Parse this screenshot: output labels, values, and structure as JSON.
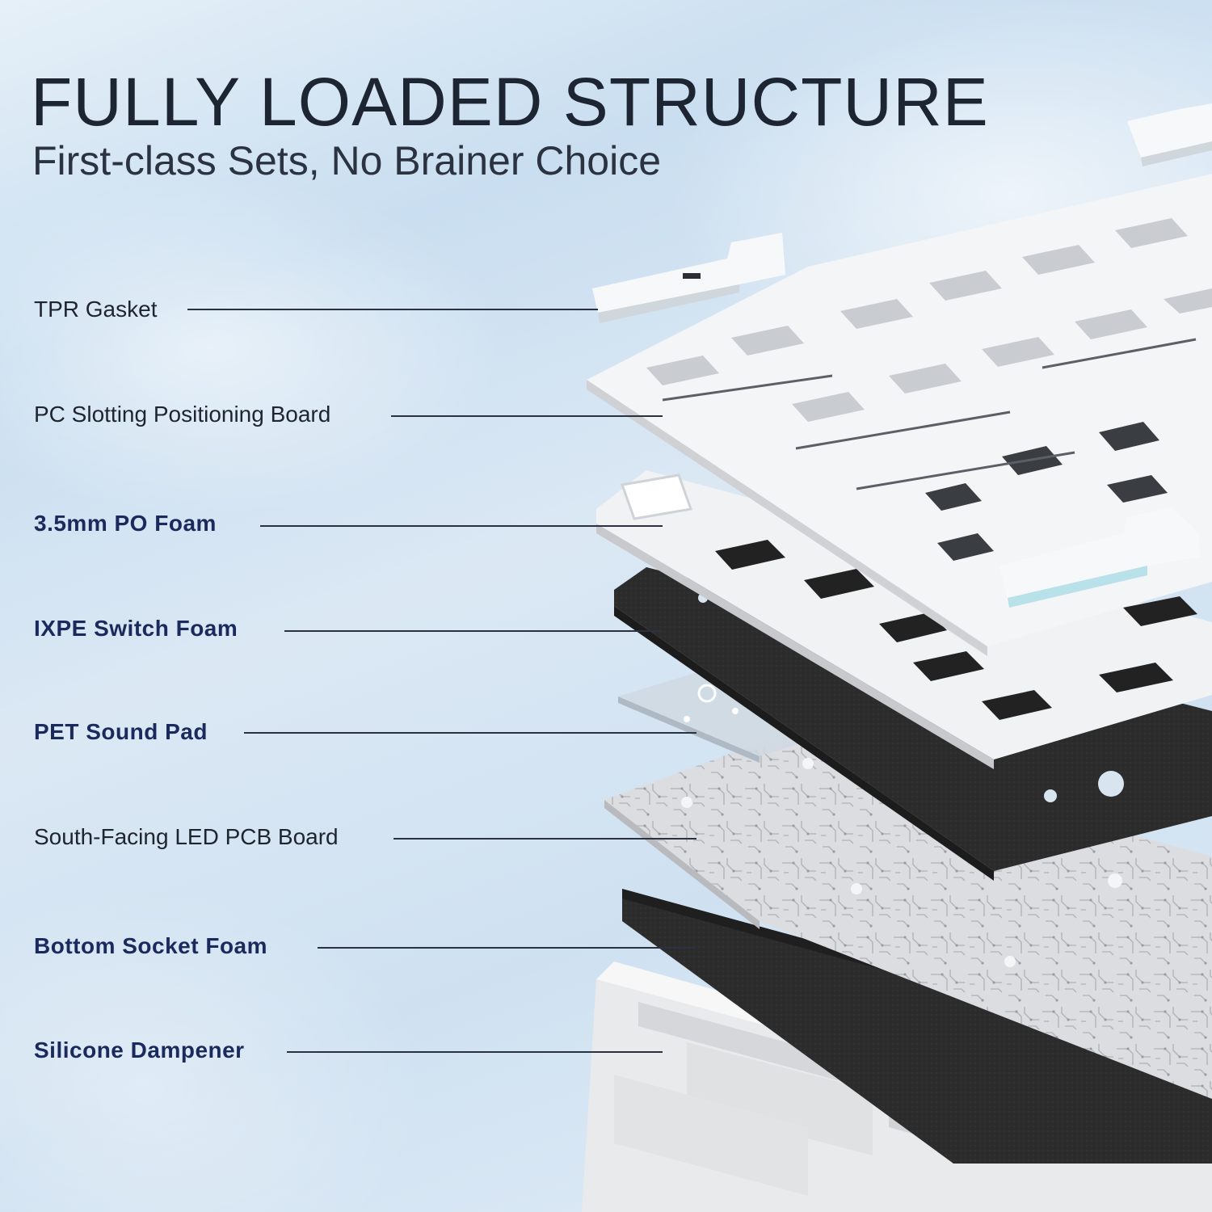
{
  "header": {
    "title": "FULLY LOADED STRUCTURE",
    "subtitle": "First-class Sets, No Brainer Choice"
  },
  "layers": [
    {
      "label": "TPR Gasket",
      "emphasis": false
    },
    {
      "label": "PC Slotting Positioning Board",
      "emphasis": false
    },
    {
      "label": "3.5mm PO Foam",
      "emphasis": true
    },
    {
      "label": "IXPE Switch Foam",
      "emphasis": true
    },
    {
      "label": "PET Sound Pad",
      "emphasis": true
    },
    {
      "label": "South-Facing LED PCB Board",
      "emphasis": false
    },
    {
      "label": "Bottom Socket Foam",
      "emphasis": true
    },
    {
      "label": "Silicone Dampener",
      "emphasis": true
    }
  ],
  "colors": {
    "title": "#1d2432",
    "emphasis_label": "#1b2a5c",
    "plain_label": "#1e2430",
    "foam": "#2b2b2b",
    "board": "#f3f4f5",
    "pcb": "#d9dadc"
  }
}
